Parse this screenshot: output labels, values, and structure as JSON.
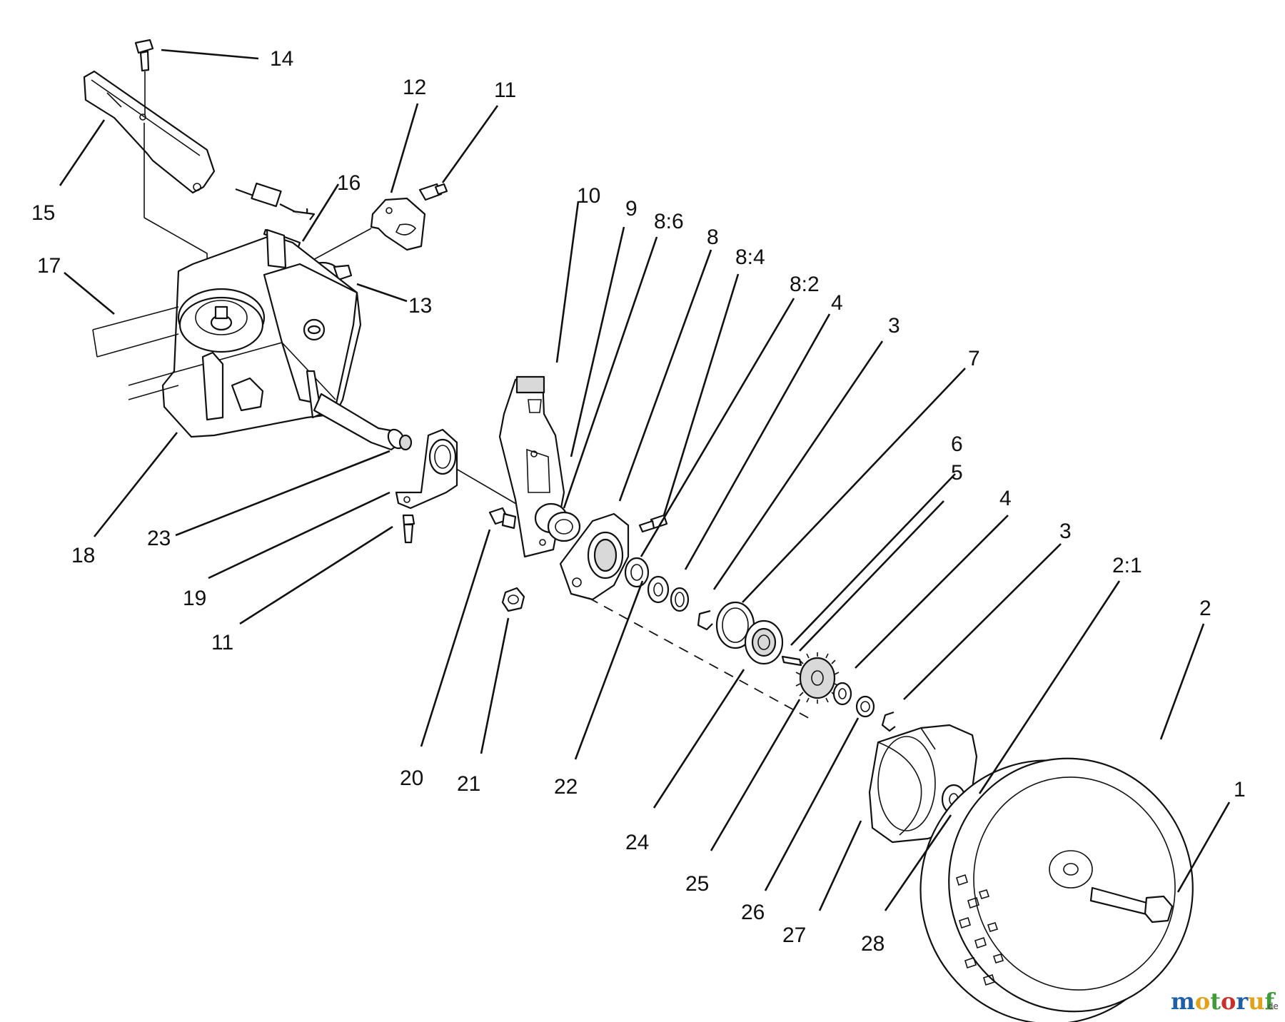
{
  "callouts": [
    {
      "id": "c14",
      "text": "14"
    },
    {
      "id": "c15",
      "text": "15"
    },
    {
      "id": "c12",
      "text": "12"
    },
    {
      "id": "c11a",
      "text": "11"
    },
    {
      "id": "c16",
      "text": "16"
    },
    {
      "id": "c17",
      "text": "17"
    },
    {
      "id": "c13",
      "text": "13"
    },
    {
      "id": "c10",
      "text": "10"
    },
    {
      "id": "c9",
      "text": "9"
    },
    {
      "id": "c86",
      "text": "8:6"
    },
    {
      "id": "c8",
      "text": "8"
    },
    {
      "id": "c84",
      "text": "8:4"
    },
    {
      "id": "c82",
      "text": "8:2"
    },
    {
      "id": "c4a",
      "text": "4"
    },
    {
      "id": "c3a",
      "text": "3"
    },
    {
      "id": "c7",
      "text": "7"
    },
    {
      "id": "c6",
      "text": "6"
    },
    {
      "id": "c5",
      "text": "5"
    },
    {
      "id": "c4b",
      "text": "4"
    },
    {
      "id": "c3b",
      "text": "3"
    },
    {
      "id": "c21w",
      "text": "2:1"
    },
    {
      "id": "c2",
      "text": "2"
    },
    {
      "id": "c1",
      "text": "1"
    },
    {
      "id": "c18",
      "text": "18"
    },
    {
      "id": "c23",
      "text": "23"
    },
    {
      "id": "c19",
      "text": "19"
    },
    {
      "id": "c11b",
      "text": "11"
    },
    {
      "id": "c20",
      "text": "20"
    },
    {
      "id": "c21",
      "text": "21"
    },
    {
      "id": "c22",
      "text": "22"
    },
    {
      "id": "c24",
      "text": "24"
    },
    {
      "id": "c25",
      "text": "25"
    },
    {
      "id": "c26",
      "text": "26"
    },
    {
      "id": "c27",
      "text": "27"
    },
    {
      "id": "c28",
      "text": "28"
    }
  ],
  "watermark": {
    "letters": [
      {
        "ch": "m",
        "color": "#1f5fa8"
      },
      {
        "ch": "o",
        "color": "#e0a21a"
      },
      {
        "ch": "t",
        "color": "#3f9a3a"
      },
      {
        "ch": "o",
        "color": "#c8302c"
      },
      {
        "ch": "r",
        "color": "#1f5fa8"
      },
      {
        "ch": "u",
        "color": "#e0a21a"
      },
      {
        "ch": "f",
        "color": "#3f9a3a"
      }
    ],
    "suffix": ".de"
  }
}
